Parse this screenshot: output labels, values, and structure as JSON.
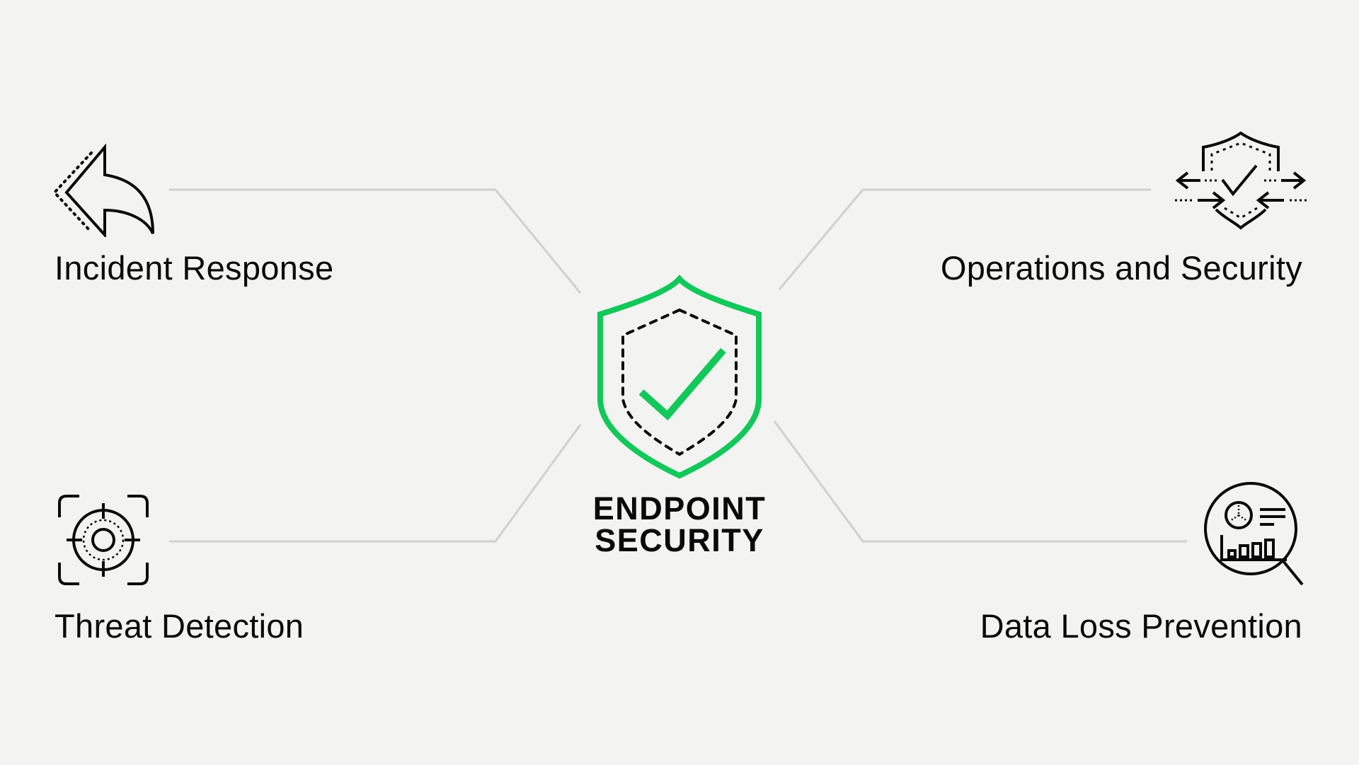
{
  "colors": {
    "background": "#f3f3f1",
    "accent": "#12c85a",
    "connector": "#d0d0ce",
    "ink": "#0a0a0a"
  },
  "center": {
    "icon": "shield-check-icon",
    "title_line1": "ENDPOINT",
    "title_line2": "SECURITY"
  },
  "nodes": [
    {
      "label": "Incident Response",
      "icon": "reply-arrow-icon",
      "position": "top-left"
    },
    {
      "label": "Operations and Security",
      "icon": "shield-arrows-icon",
      "position": "top-right"
    },
    {
      "label": "Threat Detection",
      "icon": "target-crosshair-icon",
      "position": "bottom-left"
    },
    {
      "label": "Data Loss Prevention",
      "icon": "magnify-report-icon",
      "position": "bottom-right"
    }
  ]
}
